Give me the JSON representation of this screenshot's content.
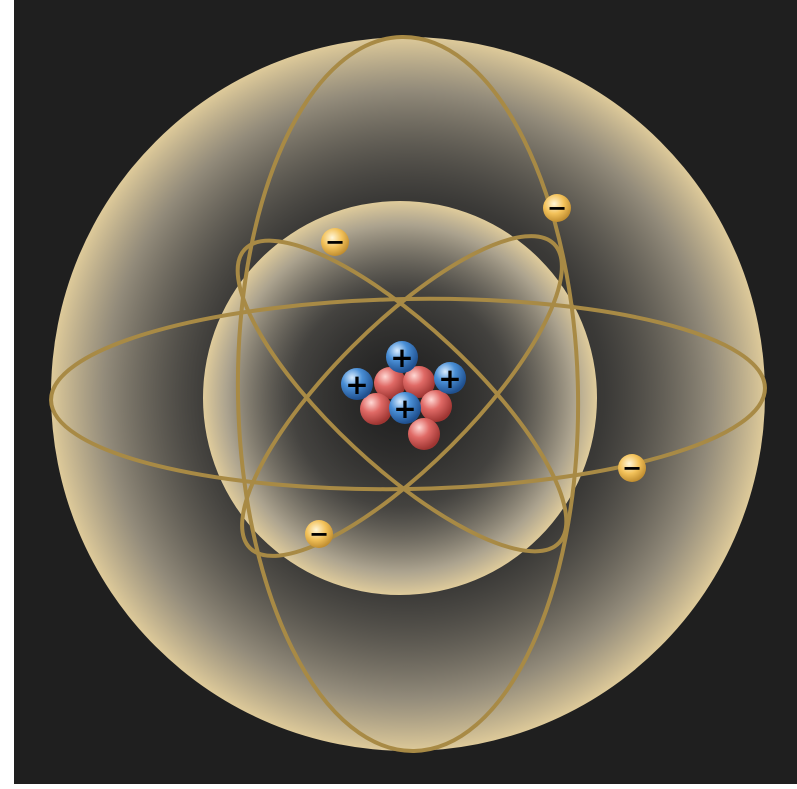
{
  "diagram": {
    "colors": {
      "background": "#1f1f1f",
      "orbit": "#a88a45",
      "shell_glow": "#e8d3a0",
      "proton": "#4a8fd6",
      "neutron": "#e06a66",
      "electron": "#f3c25a"
    },
    "nucleus": {
      "proton_symbol": "+",
      "proton_count": 4,
      "neutron_count": 5
    },
    "electrons": {
      "symbol": "−",
      "count": 4
    },
    "shells": 2
  }
}
